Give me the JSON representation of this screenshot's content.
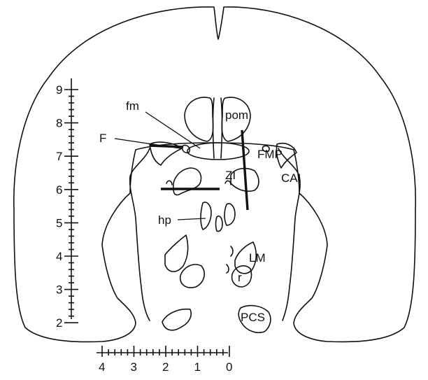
{
  "labels": {
    "fm": "fm",
    "F": "F",
    "pom": "pom",
    "FMP": "FMP",
    "ZI": "ZI",
    "CAI": "CAI",
    "hp": "hp",
    "LM": "LM",
    "r": "r",
    "PCS": "PCS"
  },
  "vertical_scale": {
    "labels": [
      "9",
      "8",
      "7",
      "6",
      "5",
      "4",
      "3",
      "2"
    ]
  },
  "horizontal_scale": {
    "labels": [
      "4",
      "3",
      "2",
      "1",
      "0"
    ]
  }
}
